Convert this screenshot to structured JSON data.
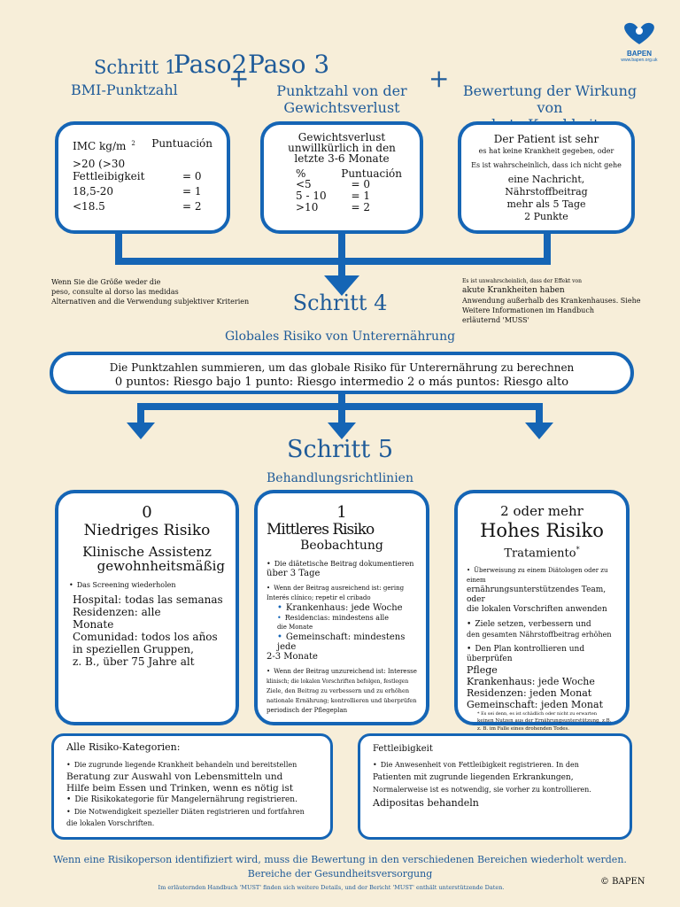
{
  "logo": {
    "name": "BAPEN",
    "url": "www.bapen.org.uk"
  },
  "header": {
    "step1": "Schritt 1",
    "step2": "Paso2",
    "step3": "Paso 3",
    "col1_title": "BMI-Punktzahl",
    "col2_title_1": "Punktzahl von der",
    "col2_title_2": "Gewichtsverlust",
    "col3_title_1": "Bewertung der Wirkung von",
    "col3_title_2": "akute Krankheiten",
    "plus": "+"
  },
  "box1": {
    "imc": "IMC kg/m",
    "sup": "2",
    "puntuacion": "Puntuación",
    "r1": ">20 (>30",
    "r2a": "Fettleibigkeit",
    "r2b": "= 0",
    "r3a": "18,5-20",
    "r3b": "= 1",
    "r4a": "<18.5",
    "r4b": "= 2"
  },
  "box2": {
    "l1": "Gewichtsverlust",
    "l2": "unwillkürlich in den",
    "l3": "letzte 3-6 Monate",
    "h1": "%",
    "h2": "Puntuación",
    "r1a": "<5",
    "r1b": "= 0",
    "r2a": "5 - 10",
    "r2b": "= 1",
    "r3a": ">10",
    "r3b": "= 2"
  },
  "box3": {
    "l1": "Der Patient ist sehr",
    "l2": "es hat keine Krankheit gegeben, oder",
    "l3": "Es ist wahrscheinlich, dass ich nicht gehe",
    "l4": "eine Nachricht, Nährstoffbeitrag",
    "l5": "mehr als 5 Tage",
    "l6": "2 Punkte"
  },
  "note_left": {
    "l1": "Wenn Sie die Größe weder die",
    "l2": "peso, consulte al dorso las medidas",
    "l3": "Alternativen and die Verwendung subjektiver Kriterien"
  },
  "note_right": {
    "l1": "Es ist unwahrscheinlich, dass der Effekt von",
    "l2": "akute Krankheiten haben",
    "l3": "Anwendung außerhalb des Krankenhauses. Siehe",
    "l4": "Weitere Informationen im Handbuch",
    "l5": "erläuternd 'MUSS'"
  },
  "step4": {
    "title": "Schritt 4",
    "subtitle": "Globales Risiko von Unterernährung",
    "l1": "Die Punktzahlen summieren, um das globale Risiko für Unterernährung zu berechnen",
    "l2": "0 puntos: Riesgo bajo 1 punto: Riesgo intermedio 2 o más puntos: Riesgo alto"
  },
  "step5": {
    "title": "Schritt 5",
    "subtitle": "Behandlungsrichtlinien"
  },
  "risk0": {
    "num": "0",
    "title": "Niedriges Risiko",
    "sub1": "Klinische Assistenz",
    "sub2": "gewohnheitsmäßig",
    "b1": "Das Screening wiederholen",
    "t1": "Hospital: todas las semanas",
    "t2": "Residenzen: alle",
    "t3": "Monate",
    "t4": "Comunidad: todos los años",
    "t5": "in speziellen Gruppen,",
    "t6": "z. B., über 75 Jahre alt"
  },
  "risk1": {
    "num": "1",
    "title": "Mittleres Risiko",
    "sub": "Beobachtung",
    "b1": "Die diätetische Beitrag dokumentieren",
    "b1b": "über 3 Tage",
    "b2": "Wenn der Beitrag ausreichend ist: gering",
    "b2b": "Interés clínico; repetir el cribado",
    "c1": "Krankenhaus: jede Woche",
    "c2": "Residencias: mindestens alle",
    "c2b": "die Monate",
    "c3": "Gemeinschaft: mindestens jede",
    "c3b": "2-3 Monate",
    "b3": "Wenn der Beitrag unzureichend ist: Interesse",
    "b3b": "klinisch; die lokalen Vorschriften befolgen, festlegen",
    "b3c": "Ziele, den Beitrag zu verbessern und zu erhöhen",
    "b3d": "nationale Ernährung; kontrollieren und überprüfen",
    "b3e": "periodisch der Pflegeplan"
  },
  "risk2": {
    "num": "2 oder mehr",
    "title": "Hohes Risiko",
    "sub": "Tratamiento",
    "star": "*",
    "b1": "Überweisung zu einem Diätologen oder zu einem",
    "b1b": "ernährungsunterstützendes Team, oder",
    "b1c": "die lokalen Vorschriften anwenden",
    "b2": "Ziele setzen, verbessern und",
    "b2b": "den gesamten Nährstoffbeitrag erhöhen",
    "b3": "Den Plan kontrollieren und überprüfen",
    "b3b": "Pflege",
    "t1": "Krankenhaus: jede Woche",
    "t2": "Residenzen: jeden Monat",
    "t3": "Gemeinschaft: jeden Monat",
    "f1": "* Es sei denn, es ist schädlich oder nicht zu erwarten",
    "f2": "keinen Nutzen aus der Ernährungsunterstützung, z.B.",
    "f3": "z. B. im Falle eines drohenden Todes."
  },
  "all": {
    "title": "Alle Risiko-Kategorien:",
    "l1": "Die zugrunde liegende Krankheit behandeln und bereitstellen",
    "l2": "Beratung zur Auswahl von Lebensmitteln und",
    "l3": "Hilfe beim Essen und Trinken, wenn es nötig ist",
    "l4": "Die Risikokategorie für Mangelernährung registrieren.",
    "l5": "Die Notwendigkeit spezieller Diäten registrieren und fortfahren",
    "l6": "die lokalen Vorschriften."
  },
  "obesity": {
    "title": "Fettleibigkeit",
    "l1": "Die Anwesenheit von Fettleibigkeit registrieren. In den",
    "l2": "Patienten mit zugrunde liegenden Erkrankungen,",
    "l3": "Normalerweise ist es notwendig, sie vorher zu kontrollieren.",
    "l4": "Adipositas behandeln"
  },
  "footer": {
    "l1": "Wenn eine Risikoperson identifiziert wird, muss die Bewertung in den verschiedenen Bereichen wiederholt werden.",
    "l2": "Bereiche der Gesundheitsversorgung",
    "l3": "Im erläuternden Handbuch 'MUST' finden sich weitere Details, und der Bericht 'MUST' enthält unterstützende Daten.",
    "copyright": "© BAPEN"
  },
  "colors": {
    "primary": "#1565b5",
    "background": "#f7eed9",
    "heading": "#1f5b99"
  }
}
